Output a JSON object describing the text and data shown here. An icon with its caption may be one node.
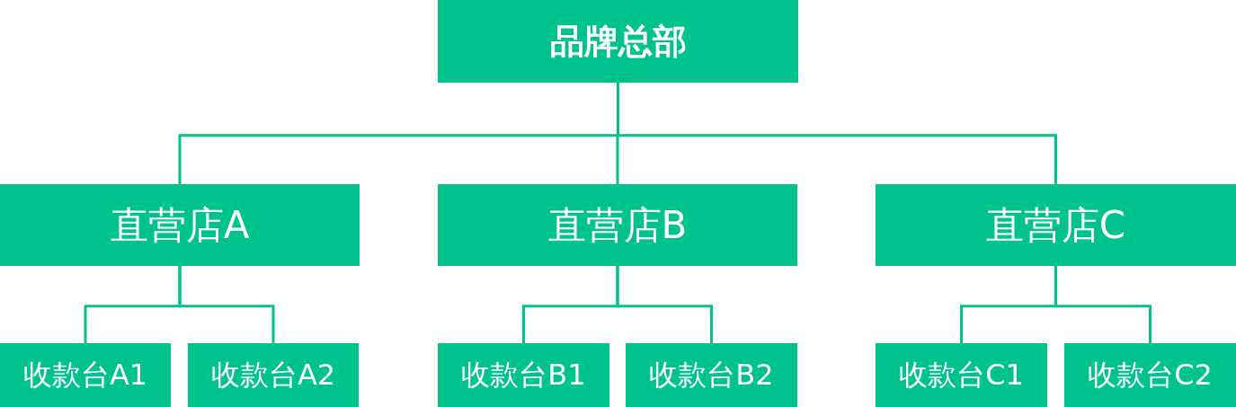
{
  "diagram": {
    "nodes": [
      {
        "text": [
          "品牌总部"
        ]
      },
      {
        "text": [
          "直营店A"
        ]
      },
      {
        "text": [
          "直营店B"
        ]
      },
      {
        "text": [
          "直营店C"
        ]
      },
      {
        "text": [
          "收款台A1"
        ]
      },
      {
        "text": [
          "收款台A2"
        ]
      },
      {
        "text": [
          "收款台B1"
        ]
      },
      {
        "text": [
          "收款台B2"
        ]
      },
      {
        "text": [
          "收款台C1"
        ]
      },
      {
        "text": [
          "收款台C2"
        ]
      }
    ],
    "edges": [
      {
        "from": 0,
        "to": 1,
        "arrow": "none"
      },
      {
        "from": 0,
        "to": 2,
        "arrow": "none"
      },
      {
        "from": 0,
        "to": 3,
        "arrow": "none"
      },
      {
        "from": 1,
        "to": 4,
        "arrow": "none"
      },
      {
        "from": 1,
        "to": 5,
        "arrow": "none"
      },
      {
        "from": 2,
        "to": 6,
        "arrow": "none"
      },
      {
        "from": 2,
        "to": 7,
        "arrow": "none"
      },
      {
        "from": 3,
        "to": 8,
        "arrow": "none"
      },
      {
        "from": 3,
        "to": 9,
        "arrow": "none"
      }
    ]
  }
}
